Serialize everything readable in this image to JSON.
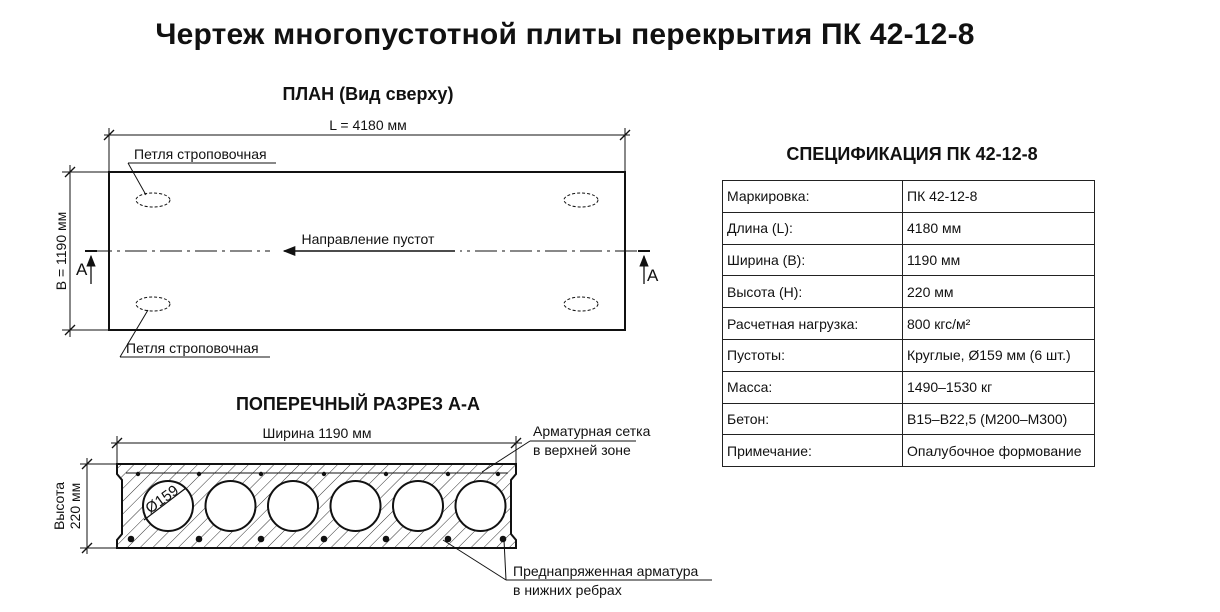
{
  "title": "Чертеж многопустотной плиты перекрытия ПК 42-12-8",
  "plan": {
    "heading": "ПЛАН (Вид сверху)",
    "length_label": "L = 4180 мм",
    "width_label": "B = 1190 мм",
    "loop_label_top": "Петля строповочная",
    "loop_label_bottom": "Петля строповочная",
    "direction_label": "Направление пустот",
    "section_mark_left": "А",
    "section_mark_right": "А"
  },
  "section": {
    "heading": "ПОПЕРЕЧНЫЙ РАЗРЕЗ А-А",
    "width_label": "Ширина 1190 мм",
    "height_label_1": "Высота",
    "height_label_2": "220 мм",
    "diameter_label": "Ø159",
    "mesh_label_1": "Арматурная сетка",
    "mesh_label_2": "в верхней зоне",
    "rebar_label_1": "Преднапряженная арматура",
    "rebar_label_2": "в нижних ребрах",
    "void_count": 6
  },
  "spec": {
    "title": "СПЕЦИФИКАЦИЯ ПК 42-12-8",
    "rows": [
      {
        "key": "Маркировка:",
        "value": "ПК 42-12-8"
      },
      {
        "key": "Длина (L):",
        "value": "4180 мм"
      },
      {
        "key": "Ширина (B):",
        "value": "1190 мм"
      },
      {
        "key": "Высота (H):",
        "value": "220 мм"
      },
      {
        "key": "Расчетная нагрузка:",
        "value": "800 кгс/м²"
      },
      {
        "key": "Пустоты:",
        "value": "Круглые, Ø159 мм (6 шт.)"
      },
      {
        "key": "Масса:",
        "value": "1490–1530 кг"
      },
      {
        "key": "Бетон:",
        "value": "B15–B22,5 (М200–М300)"
      },
      {
        "key": "Примечание:",
        "value": "Опалубочное формование"
      }
    ]
  },
  "colors": {
    "ink": "#111111",
    "background": "#ffffff"
  }
}
